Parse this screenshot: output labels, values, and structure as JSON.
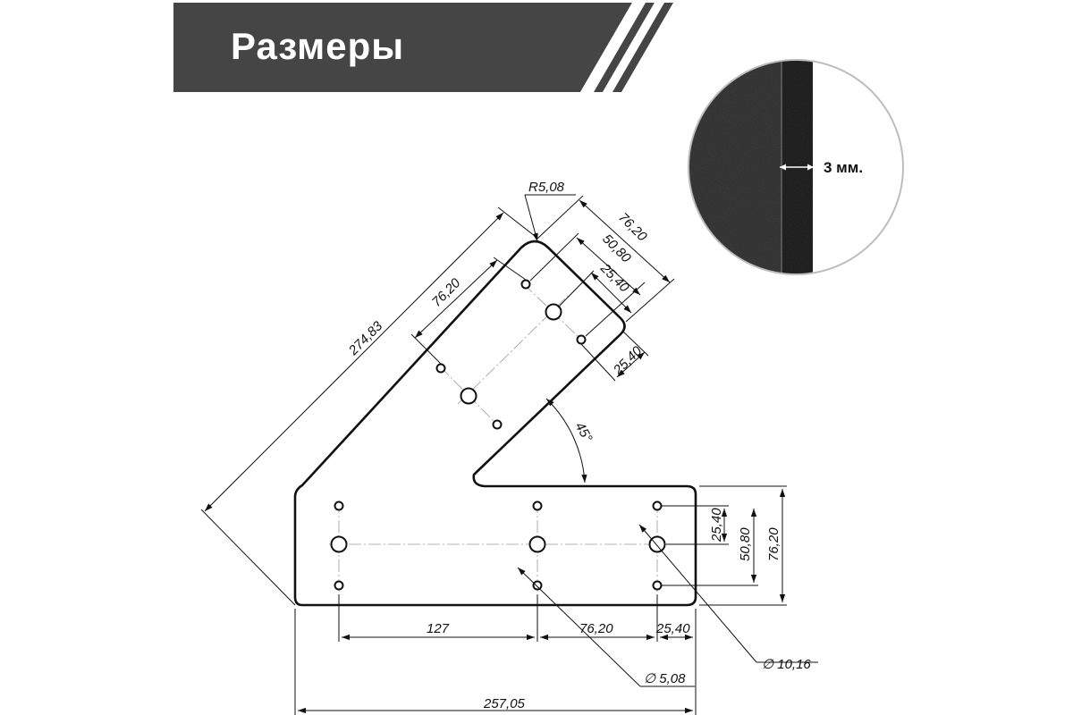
{
  "header": {
    "title": "Размеры",
    "background": "#454545",
    "stripe_color": "#ffffff"
  },
  "thickness_inset": {
    "label": "3 мм.",
    "arrow_icon": "double-arrow-icon"
  },
  "drawing": {
    "angle_label": "45°",
    "radius_label": "R5,08",
    "diagonal_length_label": "274,83",
    "arm_hole_offset_label": "76,20",
    "arm_width_label": "76,20",
    "arm_hole_spacing_label": "50,80",
    "arm_hole_inner_label": "25,40",
    "arm_edge_offset_label": "25,40",
    "right_height_inner_label": "25,40",
    "right_height_mid_label": "50,80",
    "right_height_total_label": "76,20",
    "bottom_span_1_label": "127",
    "bottom_span_2_label": "76,20",
    "bottom_span_3_label": "25,40",
    "total_width_label": "257,05",
    "small_hole_label": "∅ 5,08",
    "large_hole_label": "∅ 10,16"
  },
  "colors": {
    "line": "#111111",
    "center_line": "#9a9a9a"
  }
}
